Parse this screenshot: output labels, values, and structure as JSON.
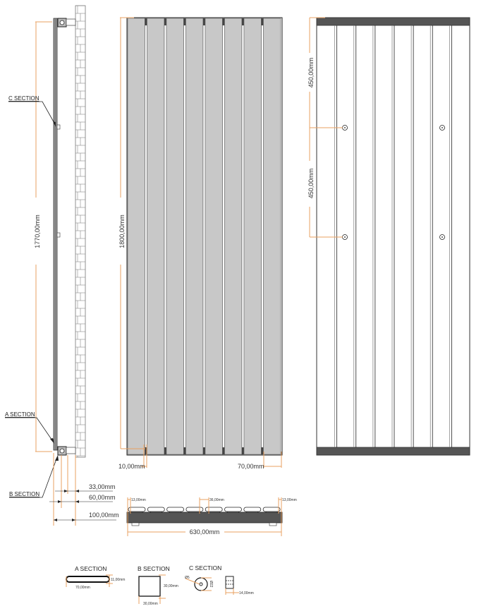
{
  "colors": {
    "dimension_line": "#E8A060",
    "panel_fill": "#C8C8C8",
    "frame_dark": "#555555",
    "outline": "#222222"
  },
  "side_view": {
    "labels": {
      "c_section": "C SECTION",
      "a_section": "A SECTION",
      "b_section": "B SECTION"
    },
    "dimensions": {
      "height": "1770,00mm",
      "d1": "33,00mm",
      "d2": "60,00mm",
      "d3": "100,00mm"
    }
  },
  "front_view": {
    "panel_count": 8,
    "dimensions": {
      "height": "1800,00mm",
      "gap": "10,00mm",
      "panel_width": "70,00mm"
    }
  },
  "top_view": {
    "dimensions": {
      "edge_left": "13,00mm",
      "spacing": "36,00mm",
      "edge_right": "13,00mm",
      "width": "630,00mm"
    }
  },
  "back_view": {
    "dimensions": {
      "upper_spacing": "450,00mm",
      "lower_spacing": "450,00mm"
    },
    "mount_holes": 4
  },
  "sections": {
    "a": {
      "title": "A SECTION",
      "width": "70,00mm",
      "depth": "11,00mm"
    },
    "b": {
      "title": "B SECTION",
      "width": "30,00mm",
      "height": "30,00mm"
    },
    "c": {
      "title": "C SECTION",
      "hole": "Ø5",
      "outer": "Ø22",
      "thickness": "14,00mm"
    }
  }
}
